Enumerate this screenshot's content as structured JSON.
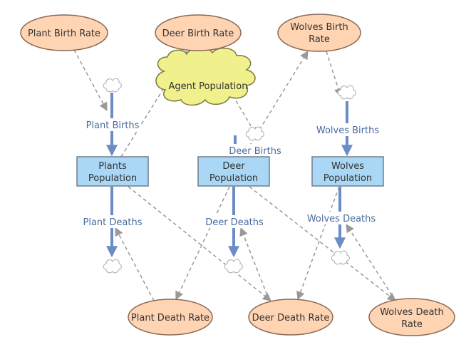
{
  "diagram": {
    "colors": {
      "ellipse_fill": "#ffd4b3",
      "ellipse_stroke": "#8a6a55",
      "stock_fill": "#a9d7f5",
      "stock_stroke": "#6e7f8c",
      "cloud_fill": "#f0f08c",
      "cloud_stroke": "#7a7a40",
      "flow_color": "#6b8cc5",
      "link_color": "#999999",
      "text_dark": "#333333",
      "flow_label_color": "#4a6aa0"
    },
    "rates": {
      "plant_birth_rate": "Plant Birth Rate",
      "deer_birth_rate": "Deer Birth Rate",
      "wolves_birth_rate": [
        "Wolves Birth",
        "Rate"
      ],
      "plant_death_rate": "Plant Death Rate",
      "deer_death_rate": "Deer Death Rate",
      "wolves_death_rate": [
        "Wolves Death",
        "Rate"
      ]
    },
    "auxiliary": {
      "agent_population": "Agent Population"
    },
    "stocks": {
      "plants": [
        "Plants",
        "Population"
      ],
      "deer": [
        "Deer",
        "Population"
      ],
      "wolves": [
        "Wolves",
        "Population"
      ]
    },
    "flows": {
      "plant_births": "Plant Births",
      "deer_births": "Deer Births",
      "wolves_births": "Wolves Births",
      "plant_deaths": "Plant Deaths",
      "deer_deaths": "Deer Deaths",
      "wolves_deaths": "Wolves Deaths"
    },
    "icons": {
      "source_sink": "cloud-icon"
    }
  }
}
